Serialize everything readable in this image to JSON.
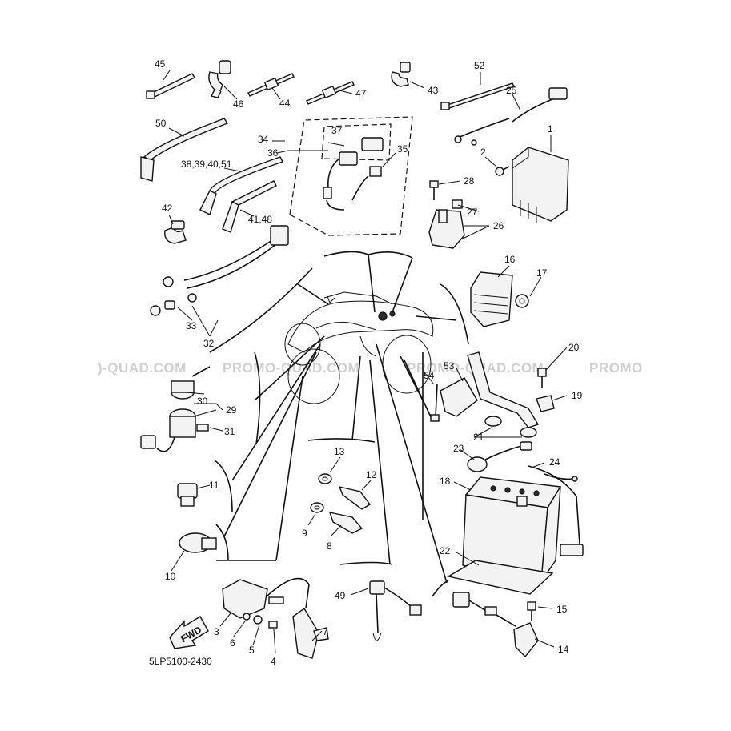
{
  "watermark": "PROMO-QUAD.COM",
  "watermark_left_fragment": ")-QUAD.COM",
  "watermark_right_fragment": "PROMO",
  "diagram_code": "5LP5100-2430",
  "fwd_label": "FWD",
  "callouts": {
    "c1": "1",
    "c2": "2",
    "c3": "3",
    "c4": "4",
    "c5": "5",
    "c6": "6",
    "c7": "7",
    "c8": "8",
    "c9": "9",
    "c10": "10",
    "c11": "11",
    "c12": "12",
    "c13": "13",
    "c14": "14",
    "c15": "15",
    "c16": "16",
    "c17": "17",
    "c18": "18",
    "c19": "19",
    "c20": "20",
    "c21": "21",
    "c22": "22",
    "c23": "23",
    "c24": "24",
    "c25": "25",
    "c26": "26",
    "c27": "27",
    "c28": "28",
    "c29": "29",
    "c30": "30",
    "c31": "31",
    "c32": "32",
    "c33": "33",
    "c34": "34",
    "c35": "35",
    "c36": "36",
    "c37": "37",
    "c38": "38,39,40,51",
    "c41": "41,48",
    "c42": "42",
    "c43": "43",
    "c44": "44",
    "c45": "45",
    "c46": "46",
    "c47": "47",
    "c49": "49",
    "c50": "50",
    "c52": "52",
    "c53": "53",
    "c54": "54"
  }
}
